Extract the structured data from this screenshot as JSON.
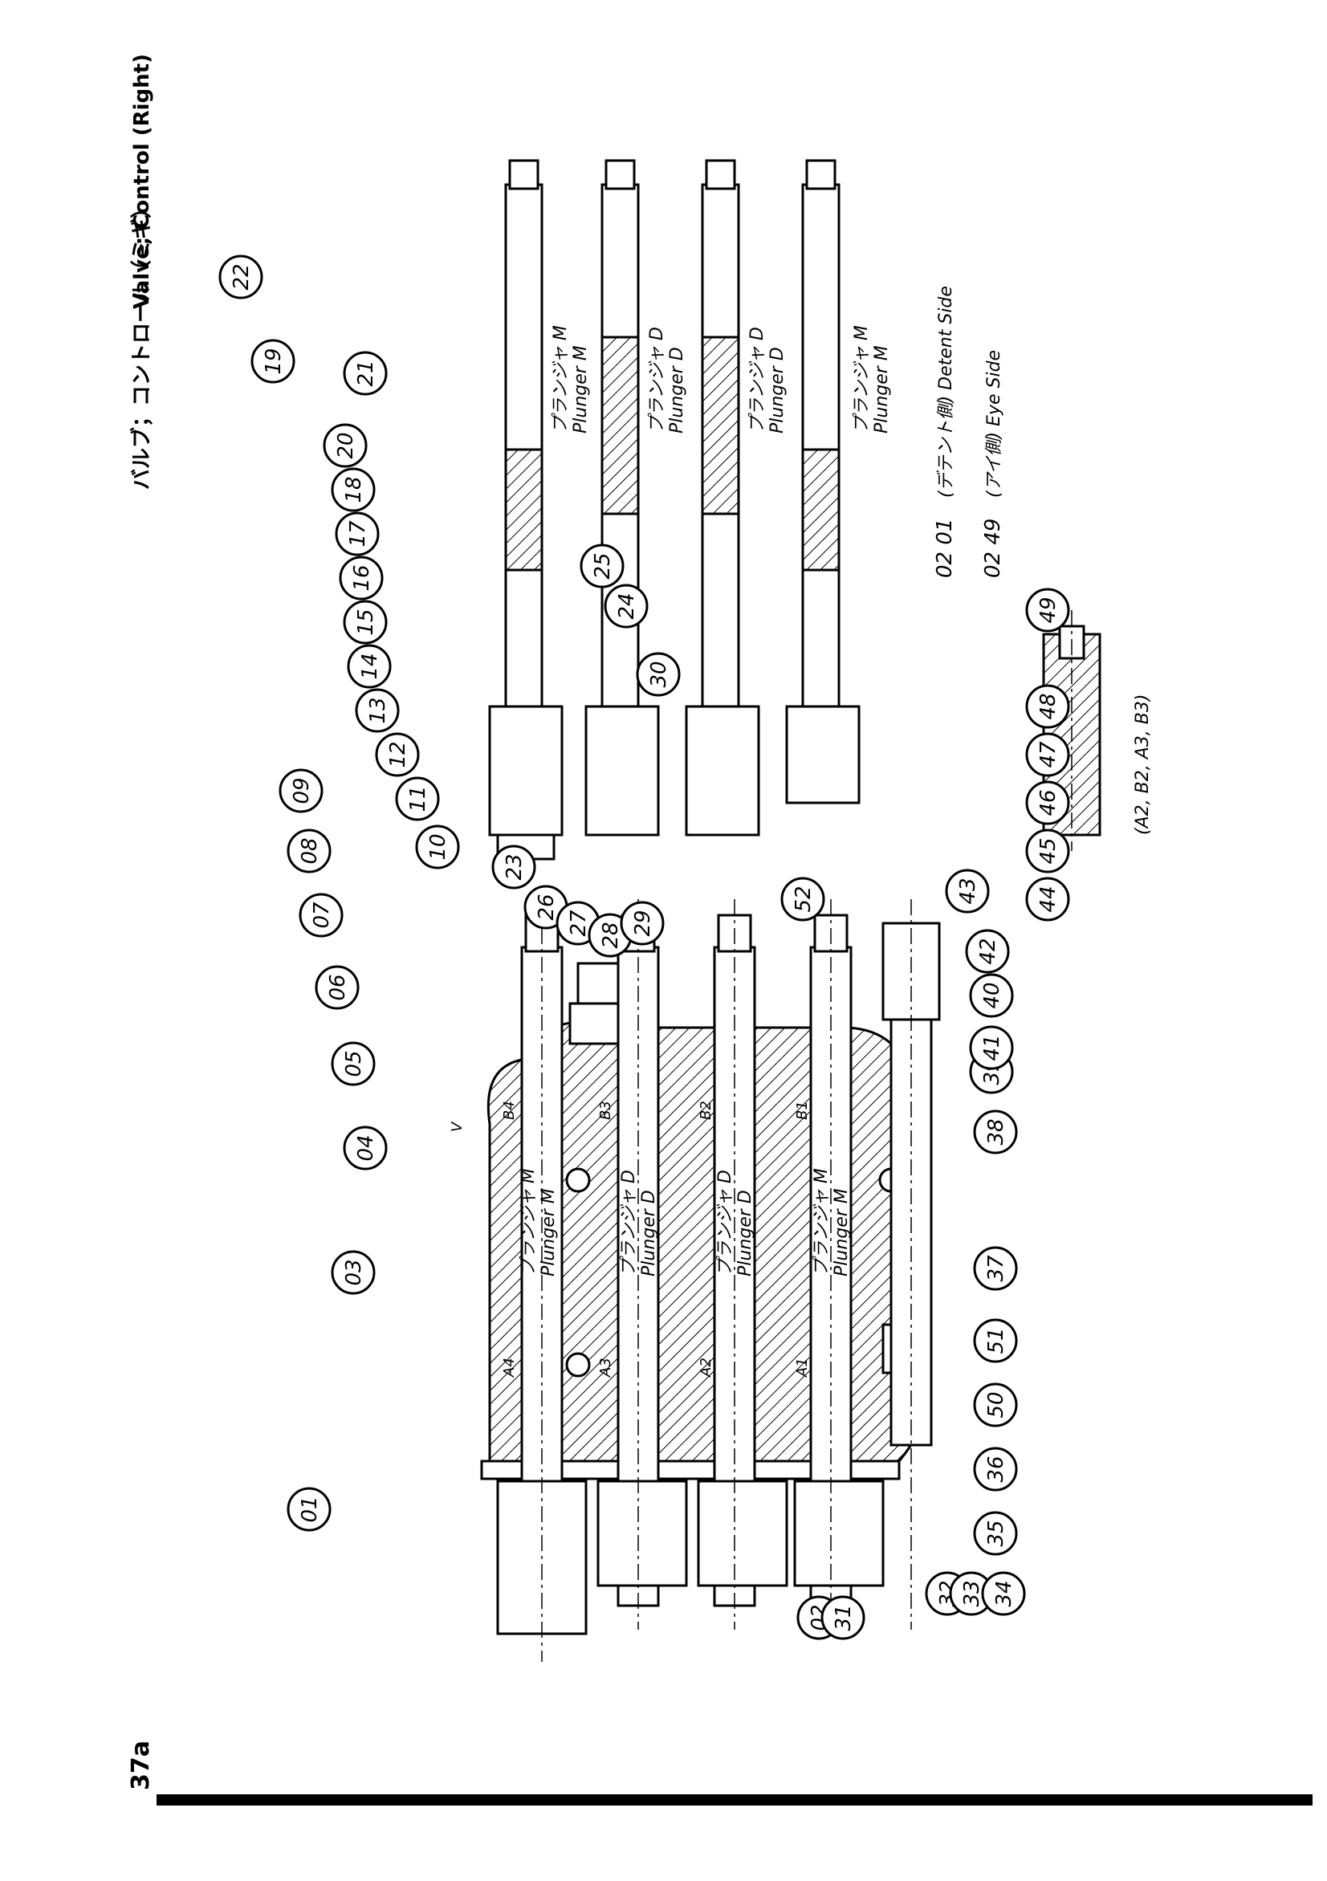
{
  "page": {
    "title_jp": "バルブ；コントロール（ミギ）",
    "title_en": "Valve; Control  (Right)",
    "page_number": "37a"
  },
  "labels": {
    "plunger_m_jp": "プランジャ M",
    "plunger_m_en": "Plunger M",
    "plunger_d_jp": "プランジャ D",
    "plunger_d_en": "Plunger D",
    "detent_side": "(デテント側) Detent Side",
    "eye_side": "(アイ側)  Eye Side",
    "port_note": "(A2, B2, A3, B3)",
    "ports": [
      "B4",
      "B3",
      "B2",
      "B1",
      "A4",
      "A3",
      "A2",
      "A1"
    ],
    "v_mark": "V",
    "pair_0102_top": "02 01",
    "pair_0249_bottom": "02 49"
  },
  "callouts": [
    "01",
    "02",
    "03",
    "04",
    "05",
    "06",
    "07",
    "08",
    "09",
    "10",
    "11",
    "12",
    "13",
    "14",
    "15",
    "16",
    "17",
    "18",
    "19",
    "20",
    "21",
    "22",
    "23",
    "24",
    "25",
    "26",
    "27",
    "28",
    "29",
    "30",
    "31",
    "32",
    "33",
    "34",
    "35",
    "36",
    "37",
    "38",
    "39",
    "40",
    "41",
    "42",
    "43",
    "44",
    "45",
    "46",
    "47",
    "48",
    "49",
    "50",
    "51",
    "52"
  ]
}
